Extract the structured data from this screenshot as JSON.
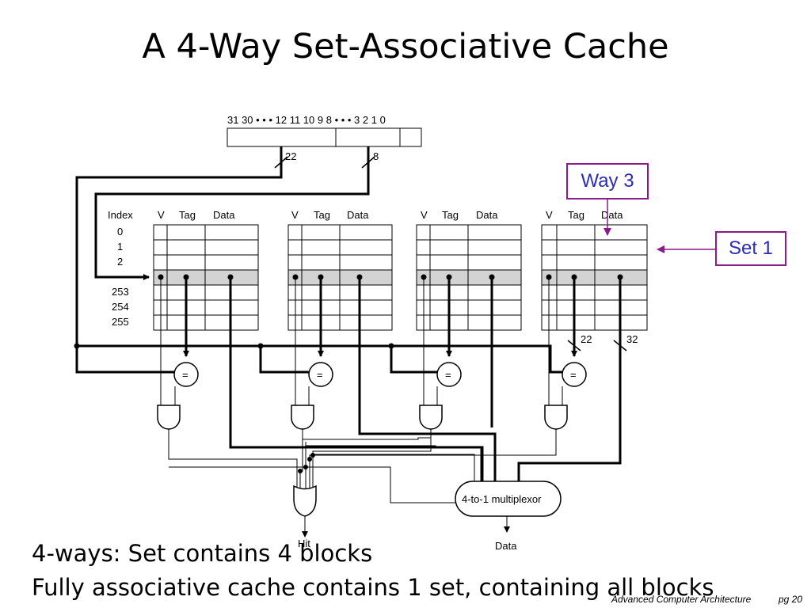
{
  "title": "A 4-Way Set-Associative Cache",
  "address": {
    "bit_positions": "31  30 • • • 12  11  10  9  8 • • • 3  2  1  0",
    "tag_width": "22",
    "index_width": "8"
  },
  "way_columns": [
    "V",
    "Tag",
    "Data"
  ],
  "index_header": "Index",
  "index_rows": [
    "0",
    "1",
    "2",
    "253",
    "254",
    "255"
  ],
  "compare_symbol": "=",
  "output_widths": {
    "tag": "22",
    "data": "32"
  },
  "mux_label": "4-to-1 multiplexor",
  "outputs": {
    "hit": "Hit",
    "data": "Data"
  },
  "callouts": {
    "way": "Way 3",
    "set": "Set 1"
  },
  "bullets": [
    "4-ways: Set contains 4 blocks",
    "Fully associative cache contains 1 set, containing all blocks"
  ],
  "footer": {
    "course": "Advanced Computer Architecture",
    "page": "pg 20"
  },
  "colors": {
    "callout_border": "#8b1a8b",
    "callout_text": "#2b2bb5",
    "selected_row": "#d3d3d3"
  }
}
